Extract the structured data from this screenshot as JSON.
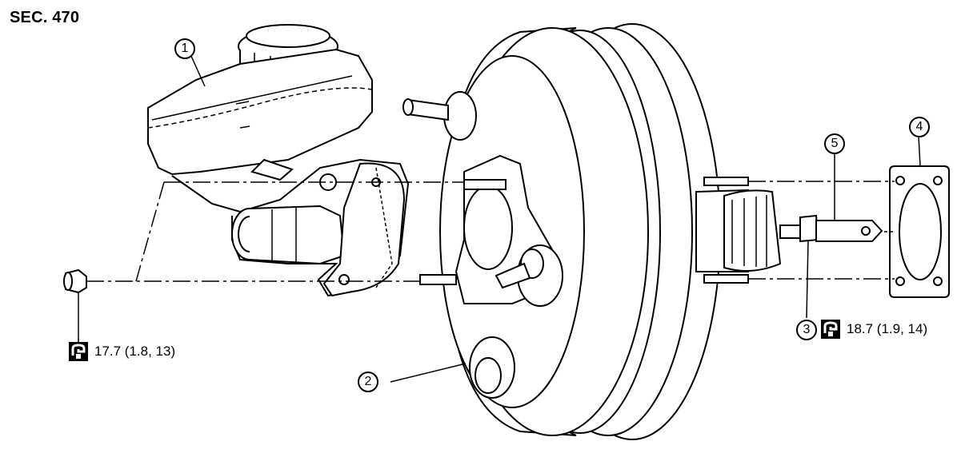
{
  "section_label": "SEC. 470",
  "callouts": [
    {
      "id": "1"
    },
    {
      "id": "2"
    },
    {
      "id": "3"
    },
    {
      "id": "4"
    },
    {
      "id": "5"
    }
  ],
  "torque_specs": {
    "left": "17.7 (1.8, 13)",
    "right": "18.7 (1.9, 14)"
  },
  "icons": [
    "torque-wrench-icon"
  ]
}
